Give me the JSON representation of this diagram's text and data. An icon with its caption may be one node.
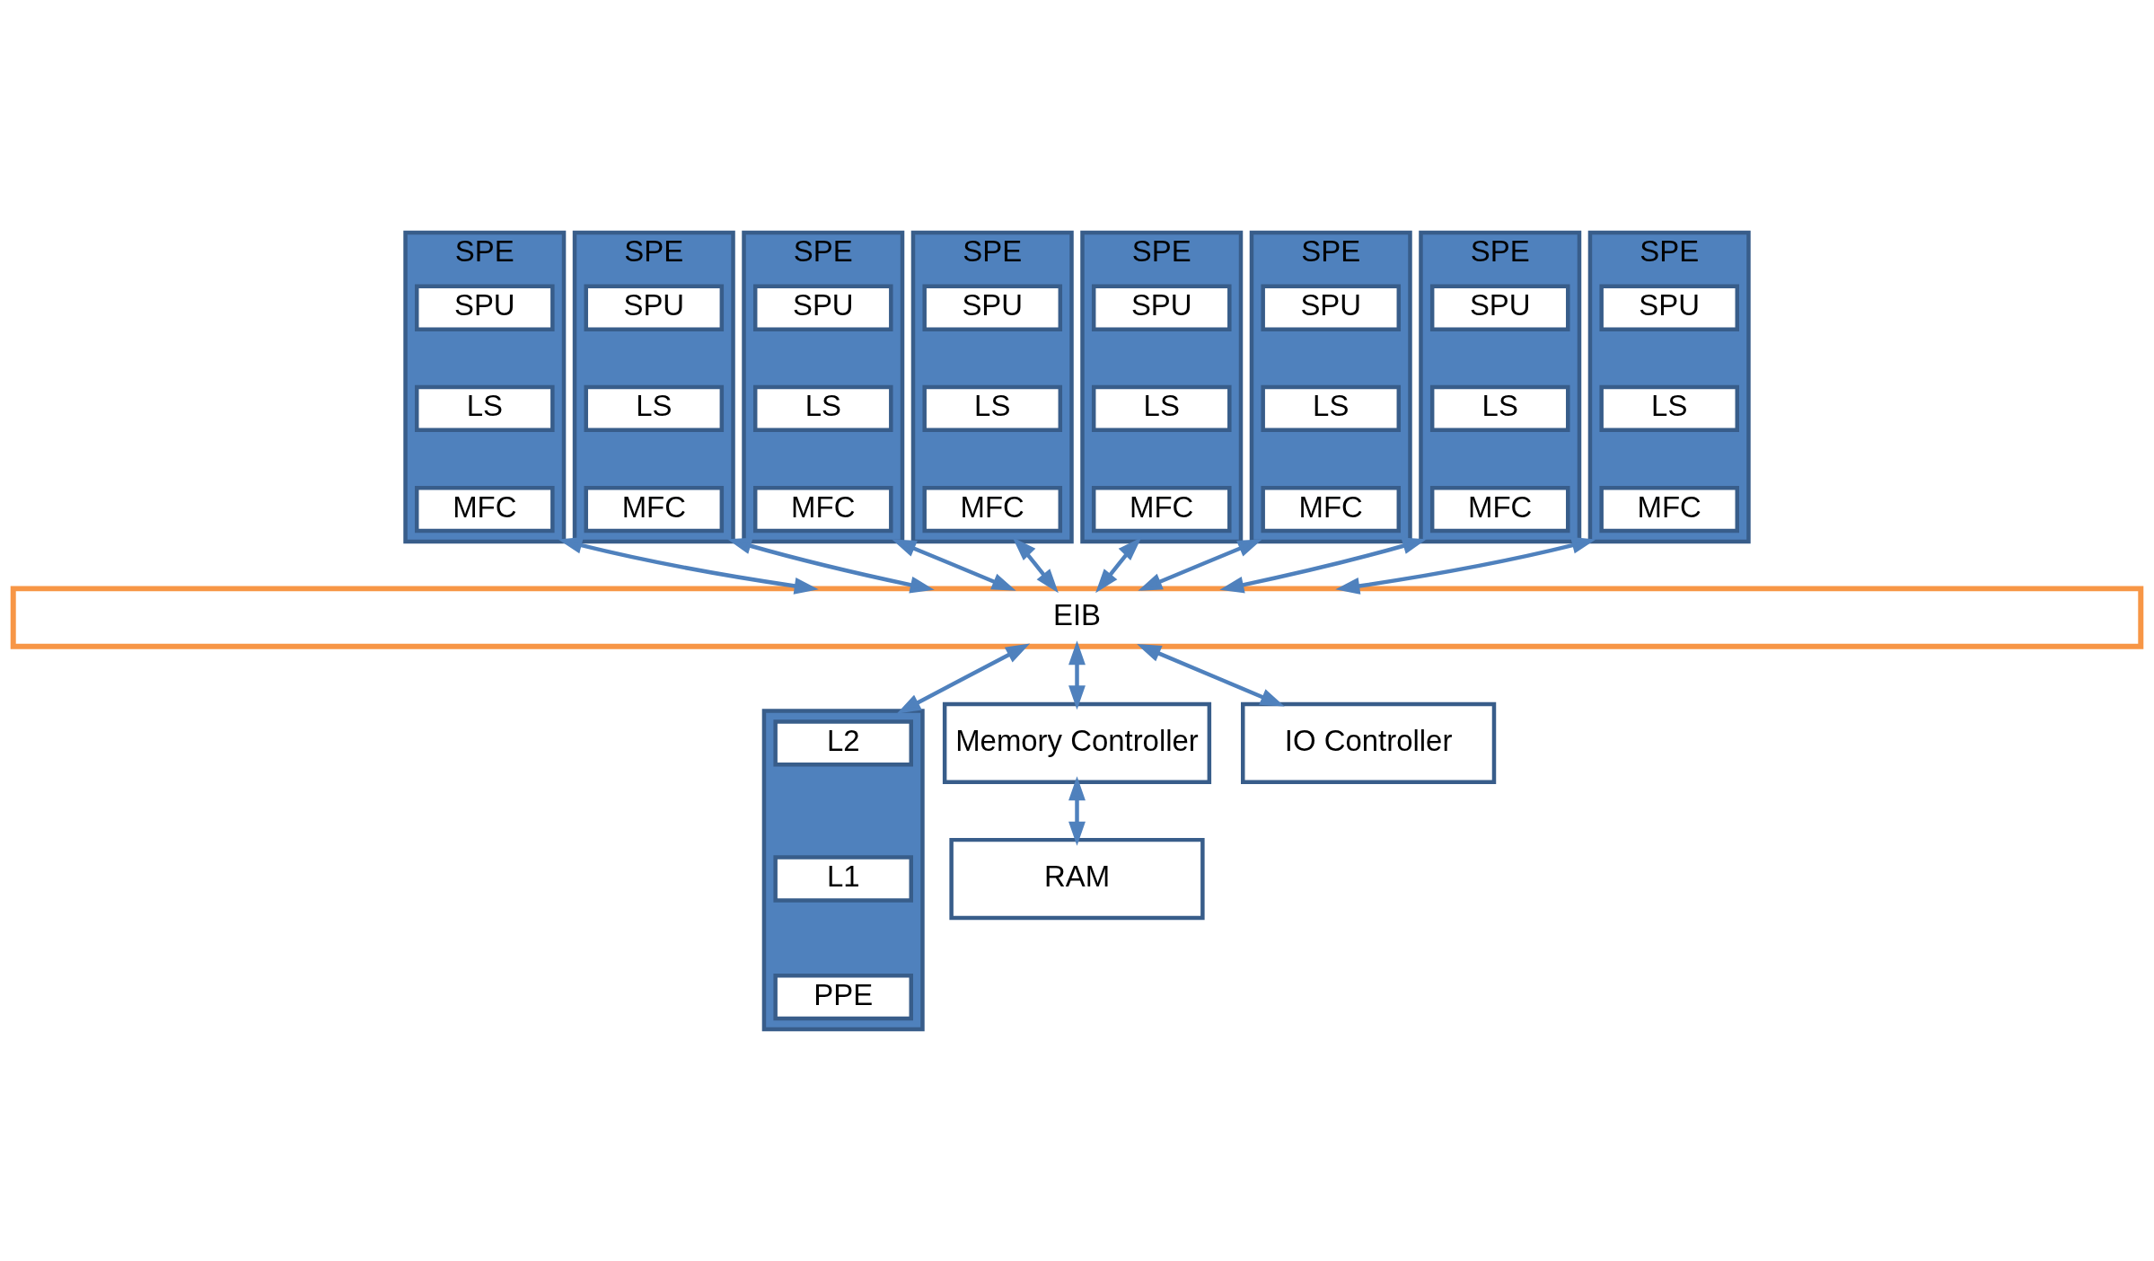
{
  "diagram": {
    "nodes": [
      {
        "text": [
          "SPE"
        ]
      },
      {
        "text": [
          "SPU"
        ],
        "in": 0
      },
      {
        "text": [
          "LS"
        ],
        "in": 0
      },
      {
        "text": [
          "MFC"
        ],
        "in": 0
      },
      {
        "text": [
          "SPE"
        ]
      },
      {
        "text": [
          "SPU"
        ],
        "in": 4
      },
      {
        "text": [
          "LS"
        ],
        "in": 4
      },
      {
        "text": [
          "MFC"
        ],
        "in": 4
      },
      {
        "text": [
          "SPE"
        ]
      },
      {
        "text": [
          "SPU"
        ],
        "in": 8
      },
      {
        "text": [
          "LS"
        ],
        "in": 8
      },
      {
        "text": [
          "MFC"
        ],
        "in": 8
      },
      {
        "text": [
          "SPE"
        ]
      },
      {
        "text": [
          "SPU"
        ],
        "in": 12
      },
      {
        "text": [
          "LS"
        ],
        "in": 12
      },
      {
        "text": [
          "MFC"
        ],
        "in": 12
      },
      {
        "text": [
          "SPE"
        ]
      },
      {
        "text": [
          "SPU"
        ],
        "in": 16
      },
      {
        "text": [
          "LS"
        ],
        "in": 16
      },
      {
        "text": [
          "MFC"
        ],
        "in": 16
      },
      {
        "text": [
          "SPE"
        ]
      },
      {
        "text": [
          "SPU"
        ],
        "in": 20
      },
      {
        "text": [
          "LS"
        ],
        "in": 20
      },
      {
        "text": [
          "MFC"
        ],
        "in": 20
      },
      {
        "text": [
          "SPE"
        ]
      },
      {
        "text": [
          "SPU"
        ],
        "in": 24
      },
      {
        "text": [
          "LS"
        ],
        "in": 24
      },
      {
        "text": [
          "MFC"
        ],
        "in": 24
      },
      {
        "text": [
          "SPE"
        ]
      },
      {
        "text": [
          "SPU"
        ],
        "in": 28
      },
      {
        "text": [
          "LS"
        ],
        "in": 28
      },
      {
        "text": [
          "MFC"
        ],
        "in": 28
      },
      {
        "text": [
          "EIB"
        ]
      },
      {
        "text": [],
        "shape": "box"
      },
      {
        "text": [
          "L2"
        ],
        "in": 33
      },
      {
        "text": [
          "L1"
        ],
        "in": 33
      },
      {
        "text": [
          "PPE"
        ],
        "in": 33
      },
      {
        "text": [
          "Memory Controller"
        ]
      },
      {
        "text": [
          "IO Controller"
        ]
      },
      {
        "text": [
          "RAM"
        ]
      }
    ],
    "edges": [
      {
        "from": 0,
        "to": 32,
        "arrow": "both"
      },
      {
        "from": 4,
        "to": 32,
        "arrow": "both"
      },
      {
        "from": 8,
        "to": 32,
        "arrow": "both"
      },
      {
        "from": 12,
        "to": 32,
        "arrow": "both"
      },
      {
        "from": 16,
        "to": 32,
        "arrow": "both"
      },
      {
        "from": 20,
        "to": 32,
        "arrow": "both"
      },
      {
        "from": 24,
        "to": 32,
        "arrow": "both"
      },
      {
        "from": 28,
        "to": 32,
        "arrow": "both"
      },
      {
        "from": 32,
        "to": 33,
        "arrow": "both"
      },
      {
        "from": 32,
        "to": 37,
        "arrow": "both"
      },
      {
        "from": 32,
        "to": 38,
        "arrow": "both"
      },
      {
        "from": 37,
        "to": 39,
        "arrow": "both"
      }
    ]
  }
}
